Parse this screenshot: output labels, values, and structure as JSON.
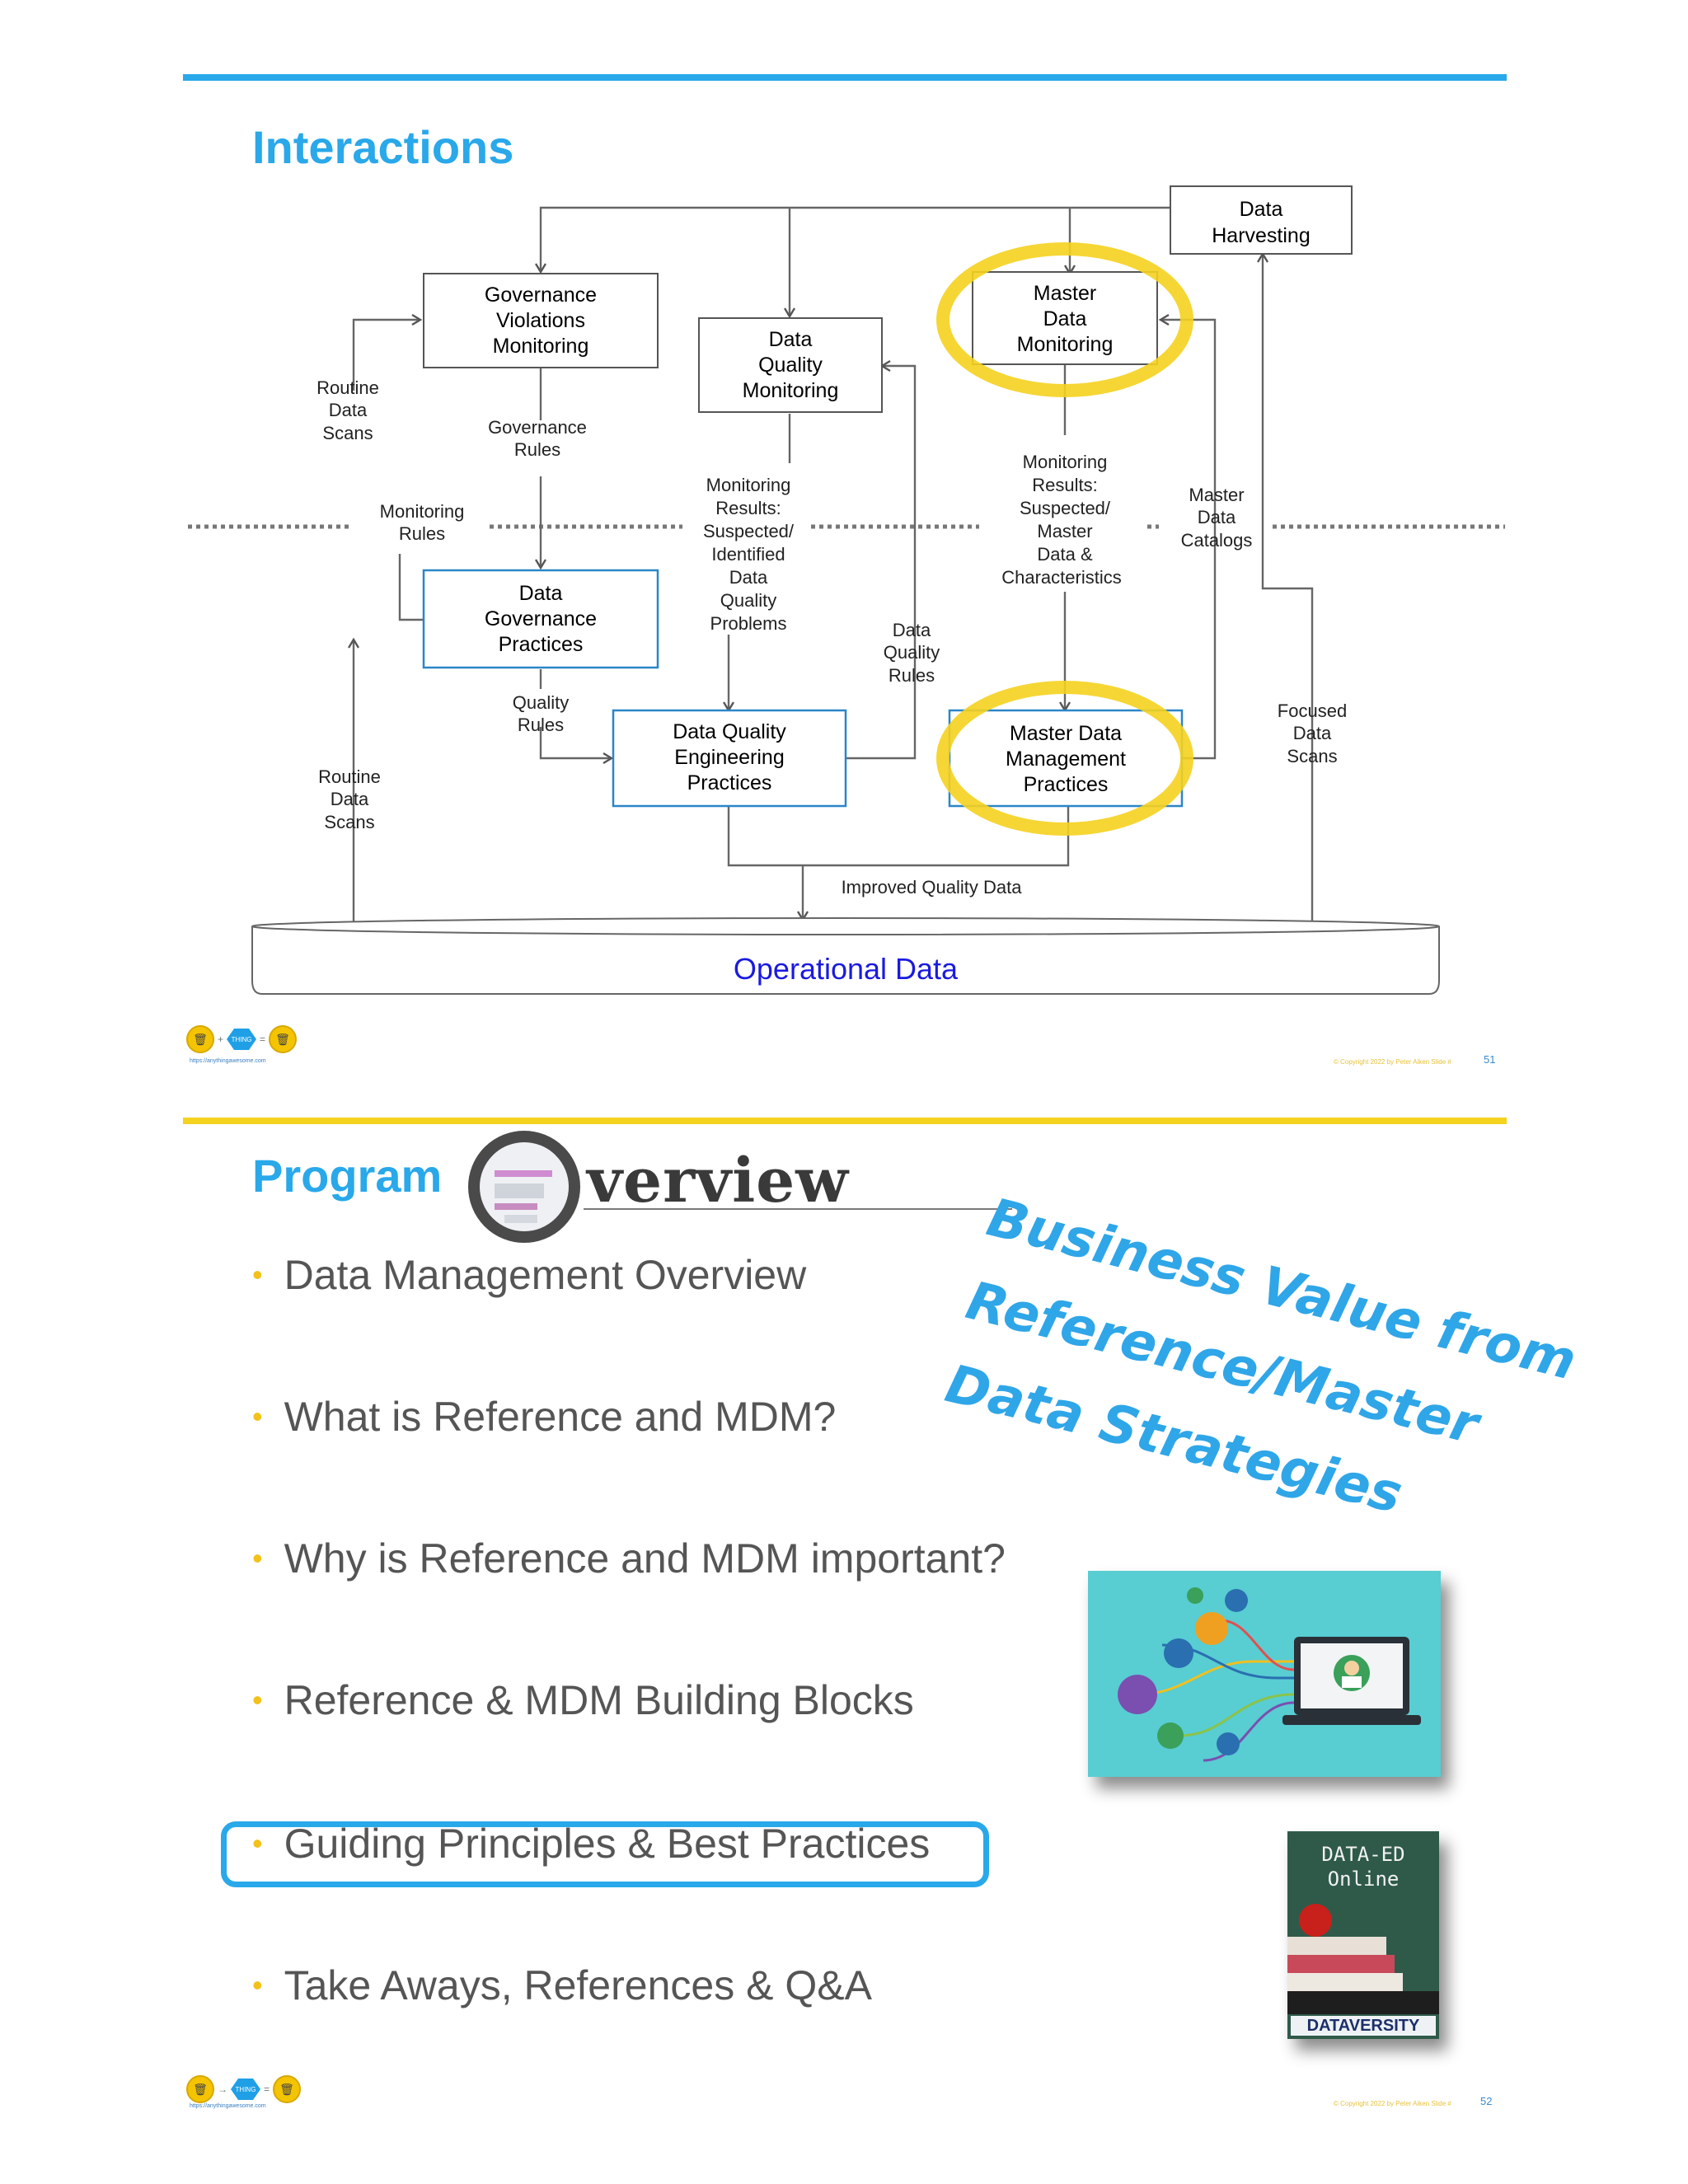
{
  "slide1": {
    "title": "Interactions",
    "boxes": {
      "data_harvesting": [
        "Data",
        "Harvesting"
      ],
      "governance_violations": [
        "Governance",
        "Violations",
        "Monitoring"
      ],
      "dq_monitoring": [
        "Data",
        "Quality",
        "Monitoring"
      ],
      "md_monitoring": [
        "Master",
        "Data",
        "Monitoring"
      ],
      "dg_practices": [
        "Data",
        "Governance",
        "Practices"
      ],
      "dq_engineering": [
        "Data Quality",
        "Engineering",
        "Practices"
      ],
      "mdm_practices": [
        "Master Data",
        "Management",
        "Practices"
      ]
    },
    "labels": {
      "routine_scans_top": [
        "Routine",
        "Data",
        "Scans"
      ],
      "routine_scans_bottom": [
        "Routine",
        "Data",
        "Scans"
      ],
      "governance_rules": [
        "Governance",
        "Rules"
      ],
      "monitoring_rules": [
        "Monitoring",
        "Rules"
      ],
      "monitoring_results_dq": [
        "Monitoring",
        "Results:",
        "Suspected/",
        "Identified",
        "Data",
        "Quality",
        "Problems"
      ],
      "monitoring_results_md": [
        "Monitoring",
        "Results:",
        "Suspected/",
        "Master",
        "Data &",
        "Characteristics"
      ],
      "master_data_catalogs": [
        "Master",
        "Data",
        "Catalogs"
      ],
      "dq_rules": [
        "Data",
        "Quality",
        "Rules"
      ],
      "quality_rules": [
        "Quality",
        "Rules"
      ],
      "focused_scans": [
        "Focused",
        "Data",
        "Scans"
      ],
      "improved_quality": "Improved Quality Data"
    },
    "operational_data": "Operational Data",
    "page_number": "51",
    "footer_url": "https://anythingawesome.com",
    "footer_copy": "© Copyright 2022 by Peter Aiken Slide #",
    "logo_hex": "THING"
  },
  "slide2": {
    "title_prefix": "Program",
    "title_word": "verview",
    "bullets": [
      "Data Management Overview",
      "What is Reference and MDM?",
      "Why is Reference and MDM important?",
      "Reference & MDM Building Blocks",
      "Guiding Principles & Best Practices",
      "Take Aways, References & Q&A"
    ],
    "callout": [
      "Business Value from",
      "Reference/Master",
      "Data Strategies"
    ],
    "book_title": [
      "DATA-ED",
      "Online"
    ],
    "book_brand": "DATAVERSITY",
    "page_number": "52",
    "footer_url": "https://anythingawesome.com",
    "footer_copy": "© Copyright 2022 by Peter Aiken Slide #",
    "logo_hex": "THING"
  },
  "colors": {
    "accent_blue": "#29a8ea",
    "accent_yellow": "#f5d21e",
    "box_blue": "#2a86c8",
    "operational_text": "#1a1ae0"
  }
}
